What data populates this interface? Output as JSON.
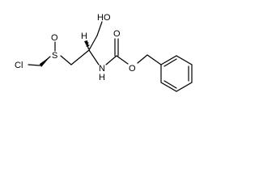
{
  "molecule": {
    "atom_labels": {
      "hydroxyl": "HO",
      "stereo_hydrogen": "H",
      "amide_nitrogen": "N",
      "amide_hydrogen": "H",
      "carbonyl_oxygen": "O",
      "ester_oxygen": "O",
      "sulfur": "S",
      "sulfoxide_oxygen": "O",
      "chlorine": "Cl"
    }
  }
}
